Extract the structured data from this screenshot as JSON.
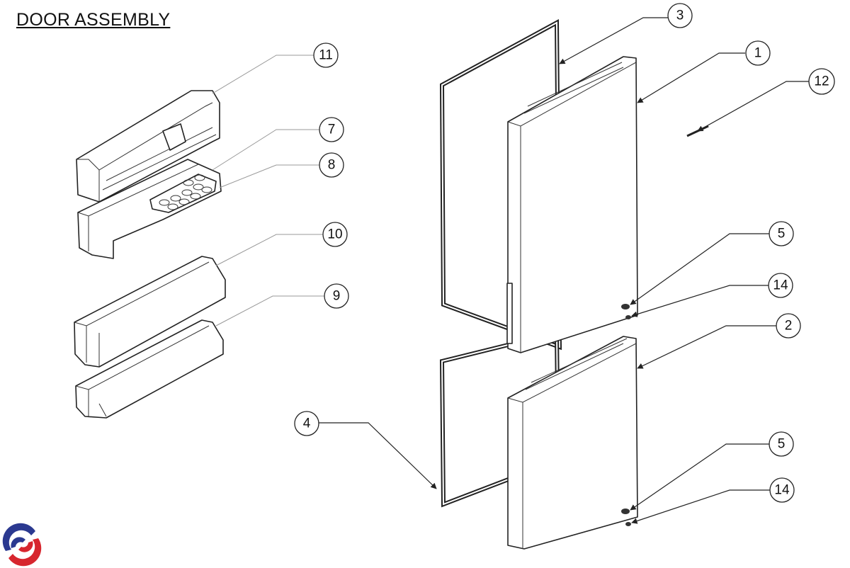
{
  "title": "DOOR ASSEMBLY",
  "callouts": {
    "c3": "3",
    "c1": "1",
    "c12": "12",
    "c11": "11",
    "c7": "7",
    "c8": "8",
    "c10": "10",
    "c9": "9",
    "c5a": "5",
    "c14a": "14",
    "c2": "2",
    "c4": "4",
    "c5b": "5",
    "c14b": "14"
  },
  "colors": {
    "logo_blue": "#2b3990",
    "logo_red": "#d7262e"
  }
}
